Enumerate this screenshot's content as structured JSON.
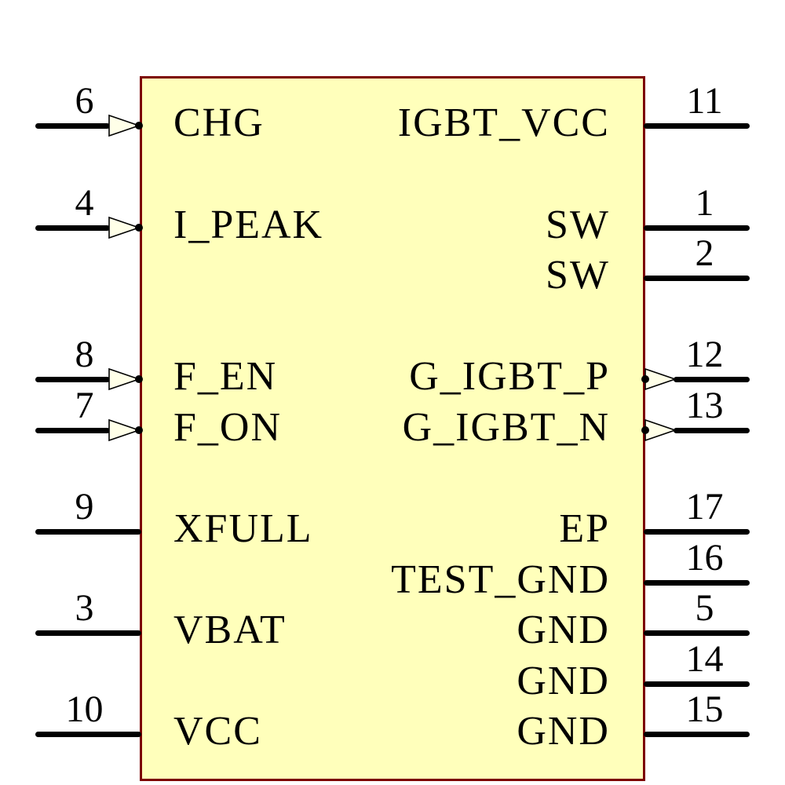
{
  "component": {
    "kind": "schematic-symbol",
    "body_fill": "#FFFFBB",
    "body_border": "#7C0000",
    "pin_color": "#000000",
    "text_color": "#000000",
    "arrow_fill": "#FFFFE8"
  },
  "pins": {
    "left": [
      {
        "number": "6",
        "label": "CHG",
        "direction": "input"
      },
      {
        "number": "4",
        "label": "I_PEAK",
        "direction": "input"
      },
      {
        "number": "8",
        "label": "F_EN",
        "direction": "input"
      },
      {
        "number": "7",
        "label": "F_ON",
        "direction": "input"
      },
      {
        "number": "9",
        "label": "XFULL",
        "direction": "passive"
      },
      {
        "number": "3",
        "label": "VBAT",
        "direction": "passive"
      },
      {
        "number": "10",
        "label": "VCC",
        "direction": "passive"
      }
    ],
    "right": [
      {
        "number": "11",
        "label": "IGBT_VCC",
        "direction": "passive"
      },
      {
        "number": "1",
        "label": "SW",
        "direction": "passive"
      },
      {
        "number": "2",
        "label": "SW",
        "direction": "passive"
      },
      {
        "number": "12",
        "label": "G_IGBT_P",
        "direction": "output"
      },
      {
        "number": "13",
        "label": "G_IGBT_N",
        "direction": "output"
      },
      {
        "number": "17",
        "label": "EP",
        "direction": "passive"
      },
      {
        "number": "16",
        "label": "TEST_GND",
        "direction": "passive"
      },
      {
        "number": "5",
        "label": "GND",
        "direction": "passive"
      },
      {
        "number": "14",
        "label": "GND",
        "direction": "passive"
      },
      {
        "number": "15",
        "label": "GND",
        "direction": "passive"
      }
    ]
  }
}
